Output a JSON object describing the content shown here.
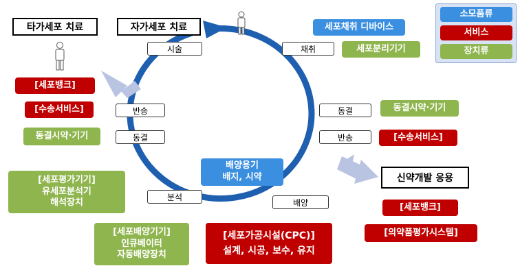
{
  "colors": {
    "consumable": "#3a8fe0",
    "service": "#c00000",
    "device": "#8fb54e",
    "ring": "#1f5fb0",
    "arrow": "#b9c3e2"
  },
  "legend": {
    "consumable": "소모품류",
    "service": "서비스",
    "device": "장치류"
  },
  "titles": {
    "other_cell": "타가세포 치료",
    "auto_cell": "자가세포 치료",
    "drug_dev": "신약개발 응용"
  },
  "steps": {
    "surgery": "시술",
    "collect": "채취",
    "transport_left": "반송",
    "freeze_left": "동결",
    "freeze_right": "동결",
    "transport_right": "반송",
    "analysis": "분석",
    "culture": "배양"
  },
  "tags": {
    "cell_collect_device": "세포채취 디바이스",
    "cell_sep_device": "세포분리기기",
    "cell_bank_left": "[세포뱅크]",
    "transport_service_left": "[수송서비스]",
    "freeze_reagent_left": "동결시약·기기",
    "freeze_reagent_right": "동결시약·기기",
    "transport_service_right": "[수송서비스]",
    "culture_vessel": [
      "배양용기",
      "배지, 시약"
    ],
    "cell_eval": [
      "[세포평가기기]",
      "유세포분석기",
      "해석장치"
    ],
    "cell_culture": [
      "[세포배양기기]",
      "인큐베이터",
      "자동배양장치"
    ],
    "cpc": [
      "[세포가공시설(CPC)]",
      "설계, 시공, 보수, 유지"
    ],
    "cell_bank_right": "[세포뱅크]",
    "drug_eval": "[의약품평가시스템]"
  }
}
